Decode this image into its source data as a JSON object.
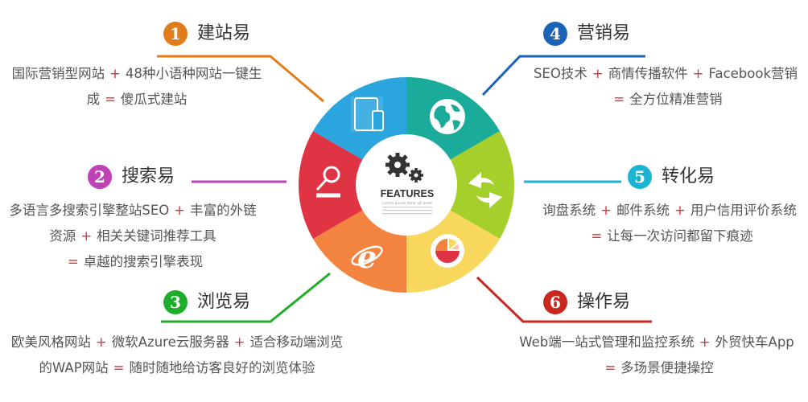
{
  "center": {
    "title": "FEATURES",
    "subtitle": "Lorem ipsum dolor sit amet",
    "icon": "gears-icon"
  },
  "colors": {
    "teal": "#1aab9b",
    "green": "#a5cf2a",
    "yellow": "#f8d85c",
    "orange": "#f2843f",
    "red": "#de3444",
    "blue": "#2ba5de"
  },
  "features": [
    {
      "num": "1",
      "title": "建站易",
      "color": "#e07d1a",
      "icon": "devices-icon",
      "lines": [
        [
          "国际营销型网站",
          "+",
          "48种小语种网站一键生"
        ],
        [
          "成",
          "=",
          "傻瓜式建站"
        ]
      ]
    },
    {
      "num": "2",
      "title": "搜索易",
      "color": "#c040b8",
      "icon": "search-icon",
      "lines": [
        [
          "多语言多搜索引擎整站SEO",
          "+",
          "丰富的外链"
        ],
        [
          "资源",
          "+",
          "相关关键词推荐工具"
        ],
        [
          "",
          "=",
          "卓越的搜索引擎表现"
        ]
      ]
    },
    {
      "num": "3",
      "title": "浏览易",
      "color": "#1fae2a",
      "icon": "ie-browser-icon",
      "lines": [
        [
          "欧美风格网站",
          "+",
          "微软Azure云服务器",
          "+",
          "适合移动端浏览"
        ],
        [
          "的WAP网站",
          "=",
          "随时随地给访客良好的浏览体验"
        ]
      ]
    },
    {
      "num": "4",
      "title": "营销易",
      "color": "#1b63b8",
      "icon": "globe-icon",
      "lines": [
        [
          "SEO技术",
          "+",
          "商情传播软件",
          "+",
          "Facebook营销"
        ],
        [
          "",
          "=",
          "全方位精准营销"
        ]
      ]
    },
    {
      "num": "5",
      "title": "转化易",
      "color": "#1bb5d3",
      "icon": "exchange-arrows-icon",
      "lines": [
        [
          "询盘系统",
          "+",
          "邮件系统",
          "+",
          "用户信用评价系统"
        ],
        [
          "",
          "=",
          "让每一次访问都留下痕迹"
        ]
      ]
    },
    {
      "num": "6",
      "title": "操作易",
      "color": "#c8281e",
      "icon": "pie-chart-icon",
      "lines": [
        [
          "Web端一站式管理和监控系统",
          "+",
          "外贸快车App"
        ],
        [
          "",
          "=",
          "多场景便捷操控"
        ]
      ]
    }
  ]
}
